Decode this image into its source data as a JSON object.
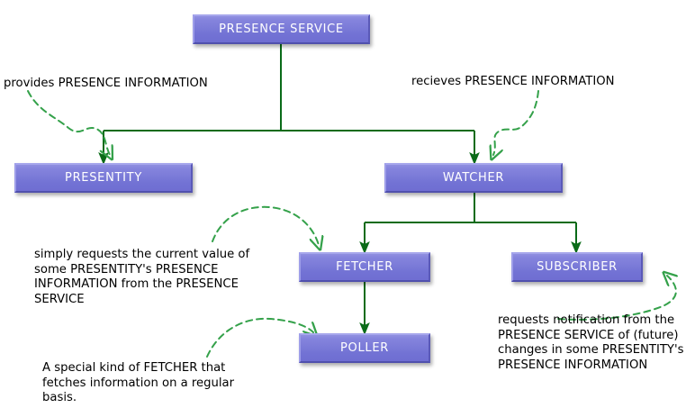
{
  "diagram": {
    "title": "Presence Service Architecture",
    "colors": {
      "node_fill": "#7b7bd8",
      "node_text": "#ffffff",
      "edge_solid": "#0a6b18",
      "edge_dashed": "#34a14a",
      "background": "#ffffff",
      "note_text": "#000000"
    },
    "nodes": [
      {
        "id": "presence-service",
        "label": "PRESENCE SERVICE"
      },
      {
        "id": "presentity",
        "label": "PRESENTITY"
      },
      {
        "id": "watcher",
        "label": "WATCHER"
      },
      {
        "id": "fetcher",
        "label": "FETCHER"
      },
      {
        "id": "subscriber",
        "label": "SUBSCRIBER"
      },
      {
        "id": "poller",
        "label": "POLLER"
      }
    ],
    "notes": [
      {
        "id": "provides-note",
        "text": "provides PRESENCE INFORMATION"
      },
      {
        "id": "recieves-note",
        "text": "recieves PRESENCE INFORMATION"
      },
      {
        "id": "fetcher-note",
        "text": "simply requests the current value of\nsome PRESENTITY's PRESENCE\nINFORMATION from the PRESENCE\nSERVICE"
      },
      {
        "id": "subscriber-note",
        "text": "requests notification from the\nPRESENCE SERVICE of (future)\nchanges in some PRESENTITY's\nPRESENCE INFORMATION"
      },
      {
        "id": "poller-note",
        "text": "A special kind of FETCHER that\nfetches information on a regular\nbasis."
      }
    ],
    "edges": [
      {
        "from": "presence-service",
        "to": "presentity",
        "style": "solid"
      },
      {
        "from": "presence-service",
        "to": "watcher",
        "style": "solid"
      },
      {
        "from": "watcher",
        "to": "fetcher",
        "style": "solid"
      },
      {
        "from": "watcher",
        "to": "subscriber",
        "style": "solid"
      },
      {
        "from": "fetcher",
        "to": "poller",
        "style": "solid"
      },
      {
        "from": "provides-note",
        "to": "presentity",
        "style": "dashed"
      },
      {
        "from": "recieves-note",
        "to": "watcher",
        "style": "dashed"
      },
      {
        "from": "fetcher-note",
        "to": "fetcher",
        "style": "dashed"
      },
      {
        "from": "poller-note",
        "to": "poller",
        "style": "dashed"
      },
      {
        "from": "subscriber-note",
        "to": "subscriber",
        "style": "dashed"
      }
    ]
  }
}
